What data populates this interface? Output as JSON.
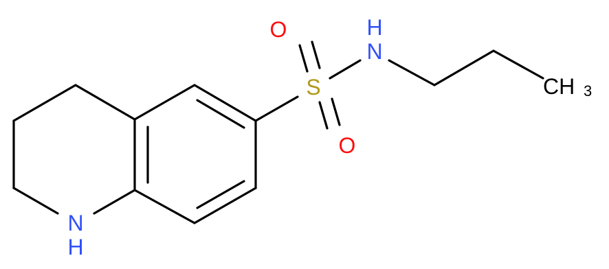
{
  "molecule": {
    "atoms": {
      "o_top": {
        "symbol": "O",
        "color": "#ff0d0d"
      },
      "o_bottom": {
        "symbol": "O",
        "color": "#ff0d0d"
      },
      "s": {
        "symbol": "S",
        "color": "#b2991a"
      },
      "n_amide": {
        "symbol": "N",
        "color": "#3050f8"
      },
      "h_amide": {
        "symbol": "H",
        "color": "#3050f8"
      },
      "n_ring": {
        "symbol": "N",
        "color": "#3050f8"
      },
      "h_ring": {
        "symbol": "H",
        "color": "#3050f8"
      },
      "ch3_c": {
        "symbol": "CH",
        "color": "#000000"
      },
      "ch3_sub": {
        "symbol": "3",
        "color": "#000000"
      }
    },
    "bond_color": "#000000"
  }
}
